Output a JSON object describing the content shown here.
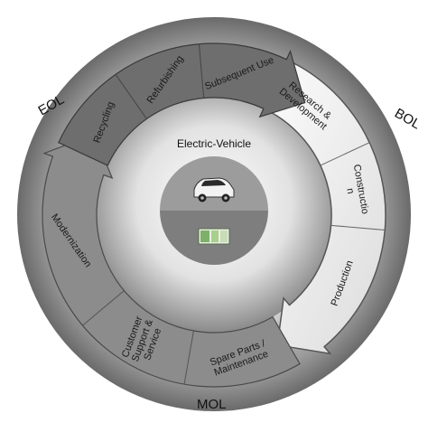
{
  "center": {
    "title": "Electric-Vehicle",
    "top_icon": "car-icon",
    "bottom_icon": "battery-pack-icon"
  },
  "phases": {
    "eol": "EOL",
    "bol": "BOL",
    "mol": "MOL"
  },
  "segments": {
    "research": [
      "Research &",
      "Development"
    ],
    "construction": [
      "Constructio",
      "n"
    ],
    "production": [
      "Production"
    ],
    "spare_parts": [
      "Spare Parts /",
      "Maintenance"
    ],
    "customer_support": [
      "Customer",
      "Support &",
      "Service"
    ],
    "modernization": [
      "Modernization"
    ],
    "recycling": [
      "Recycling"
    ],
    "refurbishing": [
      "Refurbishing"
    ],
    "subsequent_use": [
      "Subsequent Use"
    ]
  },
  "colors": {
    "bol_arrow": "#f4f4f4",
    "mol_arrow": "#8c8c8c",
    "eol_arrow": "#6e6e6e",
    "center_top": "#9a9a9a",
    "center_bottom": "#7d7d7d"
  }
}
